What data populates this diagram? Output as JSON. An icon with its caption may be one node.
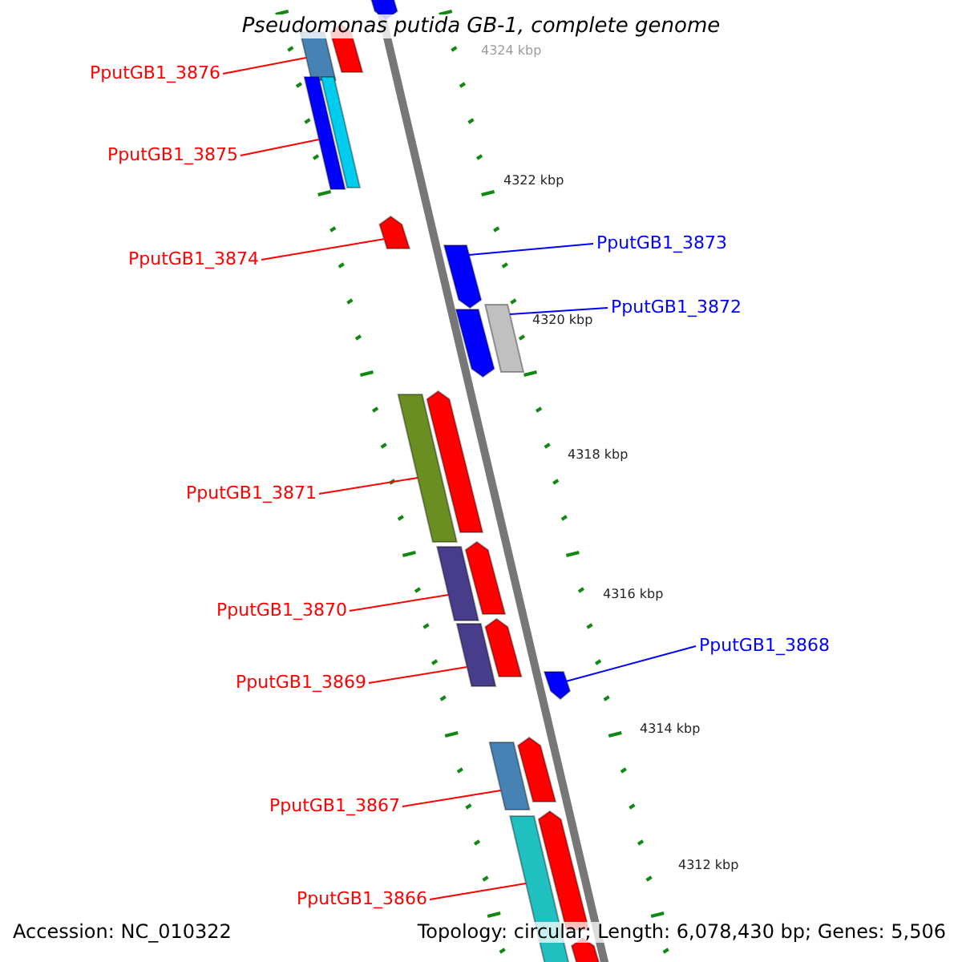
{
  "diagram": {
    "title": "Pseudomonas putida GB-1, complete genome",
    "nodes": [
      {
        "text": [
          "PputGB1_3876"
        ]
      },
      {
        "text": [],
        "shape": "bar"
      },
      {
        "text": [
          "PputGB1_3875"
        ]
      },
      {
        "text": [],
        "shape": "bar"
      },
      {
        "text": [
          "PputGB1_3874"
        ]
      },
      {
        "text": [],
        "shape": "bar"
      },
      {
        "text": [
          "PputGB1_3873"
        ]
      },
      {
        "text": [],
        "shape": "bar"
      },
      {
        "text": [
          "PputGB1_3872"
        ]
      },
      {
        "text": [],
        "shape": "bar"
      },
      {
        "text": [
          "PputGB1_3871"
        ]
      },
      {
        "text": [],
        "shape": "bar"
      },
      {
        "text": [
          "PputGB1_3870"
        ]
      },
      {
        "text": [],
        "shape": "bar"
      },
      {
        "text": [
          "PputGB1_3869"
        ]
      },
      {
        "text": [],
        "shape": "bar"
      },
      {
        "text": [
          "PputGB1_3868"
        ]
      },
      {
        "text": [],
        "shape": "bar"
      },
      {
        "text": [
          "PputGB1_3867"
        ]
      },
      {
        "text": [],
        "shape": "bar"
      },
      {
        "text": [
          "PputGB1_3866"
        ]
      },
      {
        "text": [],
        "shape": "bar"
      },
      {
        "text": [],
        "shape": "bar"
      },
      {
        "text": [],
        "shape": "bar"
      },
      {
        "text": [],
        "shape": "bar"
      },
      {
        "text": [],
        "shape": "bar"
      },
      {
        "text": [],
        "shape": "bar"
      },
      {
        "text": [],
        "shape": "bar"
      },
      {
        "text": [],
        "shape": "bar"
      },
      {
        "text": [],
        "shape": "bar"
      },
      {
        "text": [],
        "shape": "bar"
      },
      {
        "text": [],
        "shape": "bar"
      }
    ],
    "edges": [
      {
        "from": 0,
        "to": 1,
        "arrow": "none"
      },
      {
        "from": 2,
        "to": 3,
        "arrow": "none"
      },
      {
        "from": 4,
        "to": 5,
        "arrow": "none"
      },
      {
        "from": 6,
        "to": 7,
        "arrow": "none",
        "color": "#0000ff"
      },
      {
        "from": 8,
        "to": 9,
        "arrow": "none",
        "color": "#0000ff"
      },
      {
        "from": 10,
        "to": 11,
        "arrow": "none"
      },
      {
        "from": 12,
        "to": 13,
        "arrow": "none"
      },
      {
        "from": 14,
        "to": 15,
        "arrow": "none"
      },
      {
        "from": 16,
        "to": 17,
        "arrow": "none",
        "color": "#0000ff"
      },
      {
        "from": 18,
        "to": 19,
        "arrow": "none"
      },
      {
        "from": 20,
        "to": 21,
        "arrow": "none"
      }
    ],
    "labels": [
      "4324 kbp",
      "4322 kbp",
      "4320 kbp",
      "4318 kbp",
      "4316 kbp",
      "4314 kbp",
      "4312 kbp",
      "Accession: NC_010322",
      "Topology: circular; Length: 6,078,430 bp; Genes: 5,506"
    ]
  }
}
